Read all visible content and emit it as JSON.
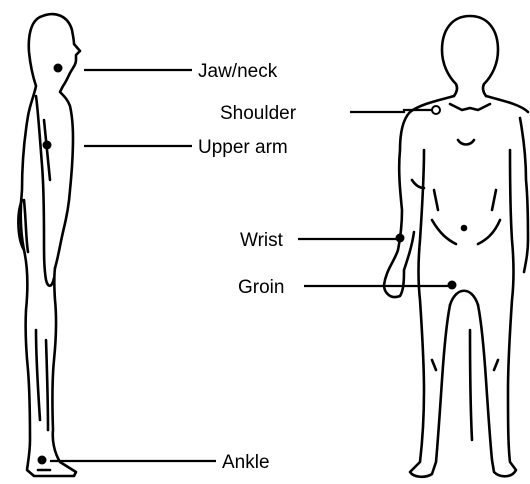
{
  "labels": {
    "jaw_neck": "Jaw/neck",
    "upper_arm": "Upper arm",
    "ankle": "Ankle",
    "shoulder": "Shoulder",
    "wrist": "Wrist",
    "groin": "Groin"
  },
  "colors": {
    "ink": "#000000",
    "background": "#ffffff"
  }
}
